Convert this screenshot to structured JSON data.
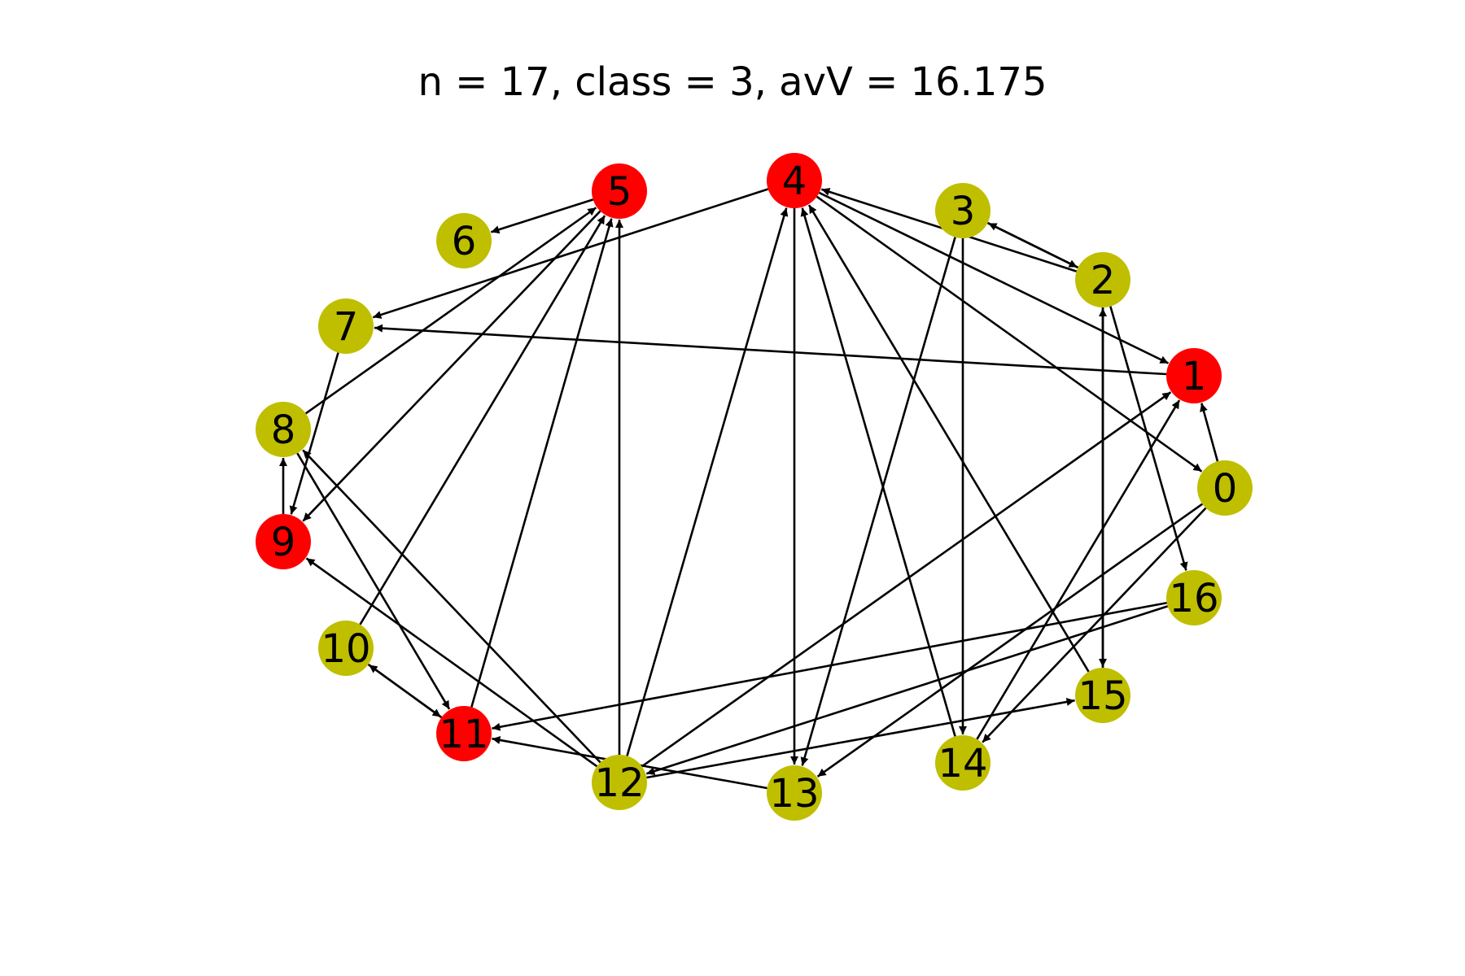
{
  "title": "n = 17, class = 3, avV = 16.175",
  "colors": {
    "red": "#ff0000",
    "olive": "#bfbf00",
    "edge": "#000000"
  },
  "nodes": [
    {
      "id": "0",
      "color": "olive"
    },
    {
      "id": "1",
      "color": "red"
    },
    {
      "id": "2",
      "color": "olive"
    },
    {
      "id": "3",
      "color": "olive"
    },
    {
      "id": "4",
      "color": "red"
    },
    {
      "id": "5",
      "color": "red"
    },
    {
      "id": "6",
      "color": "olive"
    },
    {
      "id": "7",
      "color": "olive"
    },
    {
      "id": "8",
      "color": "olive"
    },
    {
      "id": "9",
      "color": "red"
    },
    {
      "id": "10",
      "color": "olive"
    },
    {
      "id": "11",
      "color": "red"
    },
    {
      "id": "12",
      "color": "olive"
    },
    {
      "id": "13",
      "color": "olive"
    },
    {
      "id": "14",
      "color": "olive"
    },
    {
      "id": "15",
      "color": "olive"
    },
    {
      "id": "16",
      "color": "olive"
    }
  ],
  "edges": [
    [
      "0",
      "1"
    ],
    [
      "0",
      "13"
    ],
    [
      "0",
      "14"
    ],
    [
      "2",
      "3"
    ],
    [
      "2",
      "4"
    ],
    [
      "2",
      "15"
    ],
    [
      "2",
      "16"
    ],
    [
      "3",
      "2"
    ],
    [
      "3",
      "13"
    ],
    [
      "3",
      "14"
    ],
    [
      "4",
      "0"
    ],
    [
      "4",
      "1"
    ],
    [
      "4",
      "7"
    ],
    [
      "4",
      "13"
    ],
    [
      "5",
      "6"
    ],
    [
      "5",
      "9"
    ],
    [
      "7",
      "9"
    ],
    [
      "1",
      "7"
    ],
    [
      "8",
      "5"
    ],
    [
      "8",
      "11"
    ],
    [
      "9",
      "8"
    ],
    [
      "10",
      "5"
    ],
    [
      "10",
      "11"
    ],
    [
      "11",
      "5"
    ],
    [
      "11",
      "10"
    ],
    [
      "12",
      "1"
    ],
    [
      "12",
      "4"
    ],
    [
      "12",
      "5"
    ],
    [
      "12",
      "8"
    ],
    [
      "12",
      "9"
    ],
    [
      "12",
      "15"
    ],
    [
      "13",
      "11"
    ],
    [
      "14",
      "1"
    ],
    [
      "14",
      "4"
    ],
    [
      "15",
      "2"
    ],
    [
      "15",
      "4"
    ],
    [
      "16",
      "11"
    ],
    [
      "16",
      "12"
    ]
  ]
}
